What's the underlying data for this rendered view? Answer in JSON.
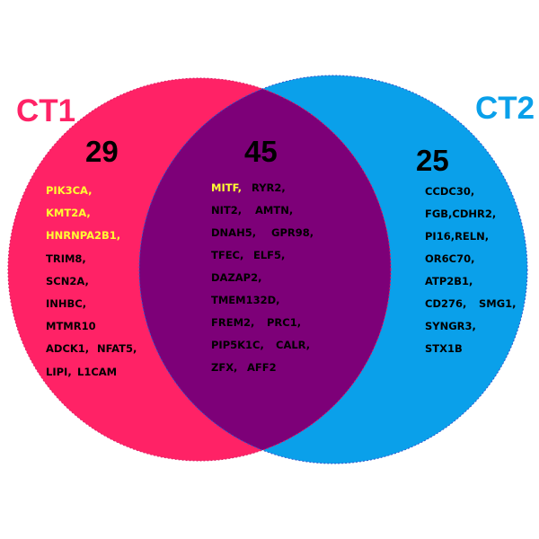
{
  "sets": {
    "ct1": {
      "label": "CT1",
      "color": "#ff2266"
    },
    "ct2": {
      "label": "CT2",
      "color": "#0aa0ea"
    },
    "overlap_color": "#7d0078",
    "highlight_color": "#ffff33"
  },
  "counts": {
    "ct1_only": "29",
    "both": "45",
    "ct2_only": "25"
  },
  "genes": {
    "ct1_only": [
      [
        {
          "t": "PIK3CA,",
          "hl": true
        }
      ],
      [
        {
          "t": "KMT2A,",
          "hl": true
        }
      ],
      [
        {
          "t": "HNRNPA2B1,",
          "hl": true
        }
      ],
      [
        {
          "t": "TRIM8,"
        }
      ],
      [
        {
          "t": "SCN2A,"
        }
      ],
      [
        {
          "t": "INHBC,"
        }
      ],
      [
        {
          "t": "MTMR10"
        }
      ],
      [
        {
          "t": "ADCK1,"
        },
        {
          "t": "NFAT5,"
        }
      ],
      [
        {
          "t": "LIPI,"
        },
        {
          "t": "L1CAM"
        }
      ]
    ],
    "both": [
      [
        {
          "t": "MITF,",
          "hl": true
        },
        {
          "t": "RYR2,"
        }
      ],
      [
        {
          "t": "NIT2,"
        },
        {
          "t": "AMTN,"
        }
      ],
      [
        {
          "t": "DNAH5,"
        },
        {
          "t": "GPR98,"
        }
      ],
      [
        {
          "t": "TFEC,"
        },
        {
          "t": "ELF5,"
        }
      ],
      [
        {
          "t": "DAZAP2,"
        }
      ],
      [
        {
          "t": "TMEM132D,"
        }
      ],
      [
        {
          "t": "FREM2,"
        },
        {
          "t": "PRC1,"
        }
      ],
      [
        {
          "t": "PIP5K1C,"
        },
        {
          "t": "CALR,"
        }
      ],
      [
        {
          "t": "ZFX,"
        },
        {
          "t": "AFF2"
        }
      ]
    ],
    "ct2_only": [
      [
        {
          "t": "CCDC30,"
        }
      ],
      [
        {
          "t": "FGB,CDHR2,"
        }
      ],
      [
        {
          "t": "PI16,RELN,"
        }
      ],
      [
        {
          "t": "OR6C70,"
        }
      ],
      [
        {
          "t": "ATP2B1,"
        }
      ],
      [
        {
          "t": "CD276,"
        },
        {
          "t": "SMG1,"
        }
      ],
      [
        {
          "t": "SYNGR3,"
        }
      ],
      [
        {
          "t": "STX1B"
        }
      ]
    ]
  }
}
